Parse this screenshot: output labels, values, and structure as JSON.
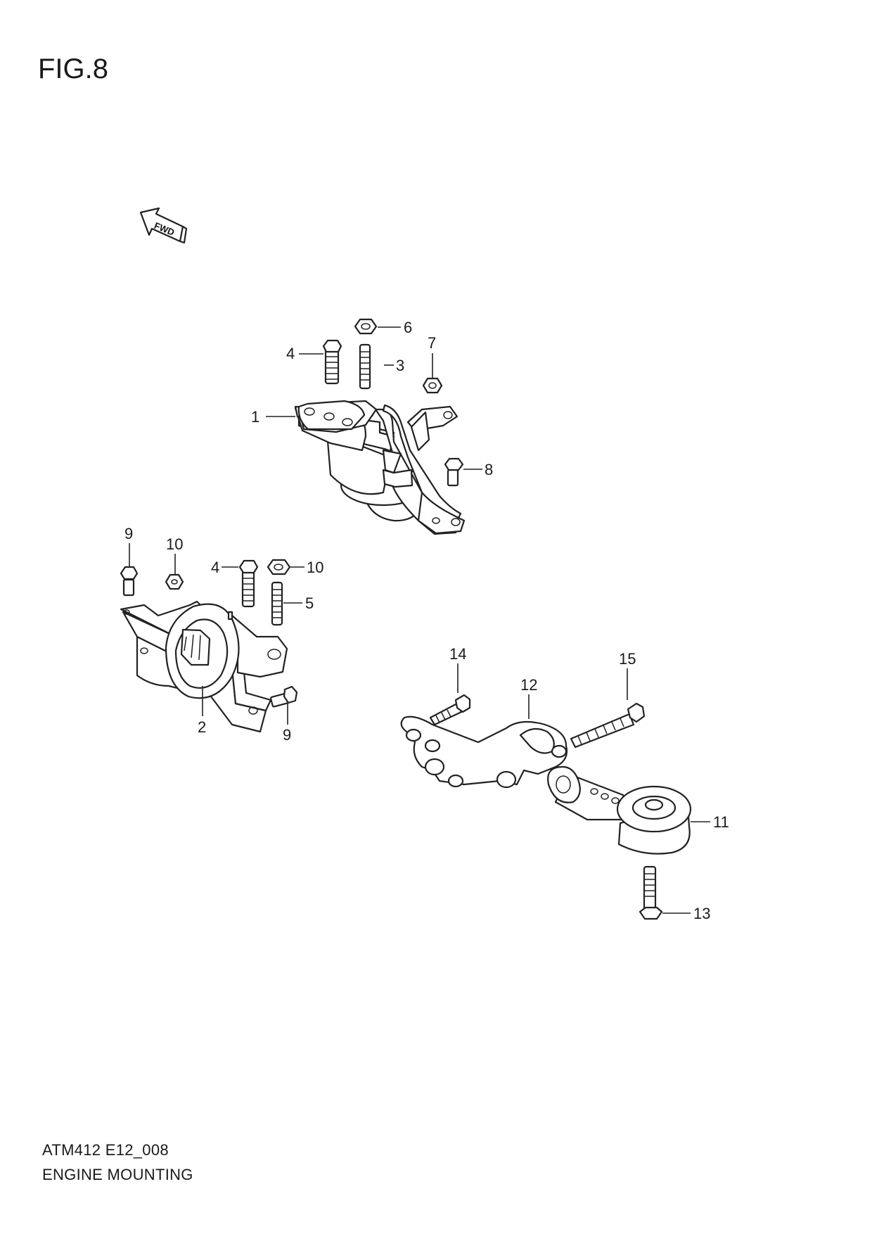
{
  "header": {
    "title": "FIG.8"
  },
  "fwd_marker": {
    "label": "FWD",
    "icon": "fwd-arrow-icon"
  },
  "callouts": {
    "c1": "1",
    "c2": "2",
    "c3": "3",
    "c4a": "4",
    "c4b": "4",
    "c5": "5",
    "c6": "6",
    "c7": "7",
    "c8": "8",
    "c9a": "9",
    "c9b": "9",
    "c10a": "10",
    "c10b": "10",
    "c11": "11",
    "c12": "12",
    "c13": "13",
    "c14": "14",
    "c15": "15"
  },
  "footer": {
    "code": "ATM412 E12_008",
    "name": "ENGINE MOUNTING"
  }
}
